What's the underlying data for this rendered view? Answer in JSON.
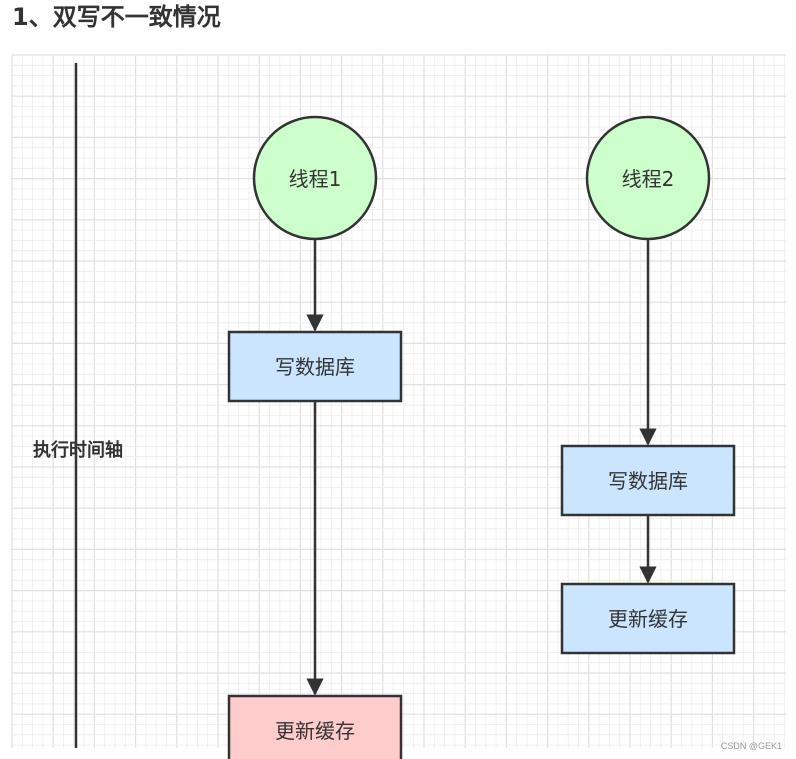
{
  "heading": "1、双写不一致情况",
  "timeline": {
    "label": "执行时间轴"
  },
  "threads": [
    {
      "name": "线程1",
      "steps": [
        {
          "label": "写数据库",
          "kind": "normal"
        },
        {
          "label": "更新缓存",
          "kind": "highlight"
        }
      ]
    },
    {
      "name": "线程2",
      "steps": [
        {
          "label": "写数据库",
          "kind": "normal"
        },
        {
          "label": "更新缓存",
          "kind": "normal"
        }
      ]
    }
  ],
  "colors": {
    "grid_minor": "#ececec",
    "grid_major": "#e0e0e0",
    "circle_fill": "#ccffcc",
    "box_fill": "#cce5ff",
    "box_highlight_fill": "#ffcccc",
    "stroke": "#333333",
    "text": "#333333"
  },
  "watermark": "CSDN @GEK1"
}
